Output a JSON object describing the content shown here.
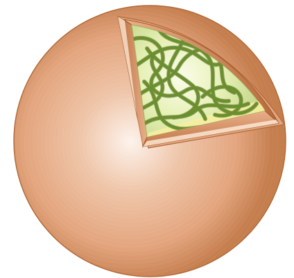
{
  "image": {
    "subject": "sphere-cutaway",
    "labels": []
  },
  "colors": {
    "background": "#ffffff",
    "sphere_outer": "#c57e4e",
    "sphere_mid": "#e3a57e",
    "sphere_highlight": "#fdf3ec",
    "sphere_outline": "#b26a38",
    "shell_face_light": "#e9b08a",
    "shell_face_dark": "#b76a3b",
    "shell_rim": "#fbe6d2",
    "shell_inner_edge": "#f7efa1",
    "interior_light": "#fbfde9",
    "interior_mid": "#e6f0b5",
    "interior_dark": "#c7d98e",
    "fibers": "#6b8e2e",
    "fibers_outline": "#4a6a1c"
  },
  "icons": [
    "sphere-shape",
    "cutaway-wedge",
    "fiber-network"
  ]
}
